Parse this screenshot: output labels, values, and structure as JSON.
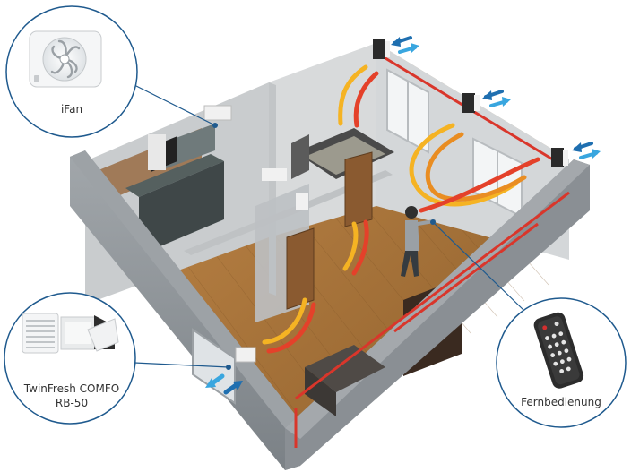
{
  "callouts": {
    "ifan": {
      "label": "iFan"
    },
    "twinfresh": {
      "label_line1": "TwinFresh COMFO",
      "label_line2": "RB-50"
    },
    "remote": {
      "label": "Fernbedienung"
    }
  },
  "colors": {
    "callout_line": "#1f5a8e",
    "airflow_warm": "#f29a1f",
    "airflow_hot": "#e4412a",
    "airflow_intake": "#1c8fd0",
    "heating_pipe": "#d9362b",
    "wall": "#8f959a",
    "floor": "#a9773e"
  }
}
